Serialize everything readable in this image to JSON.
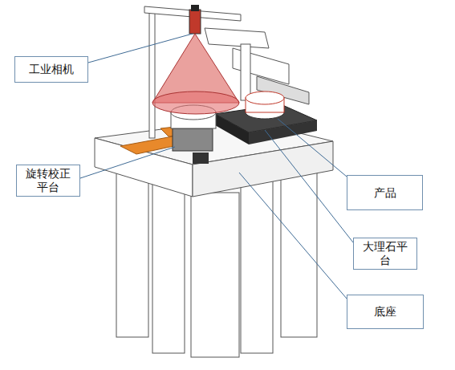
{
  "diagram": {
    "nodes": [
      {
        "text": [
          "工业相机"
        ]
      },
      {
        "text": [
          "旋转校正 平台"
        ]
      },
      {
        "text": [
          "产品"
        ]
      },
      {
        "text": [
          "大理石平 台"
        ]
      },
      {
        "text": [
          "底座"
        ]
      }
    ]
  }
}
